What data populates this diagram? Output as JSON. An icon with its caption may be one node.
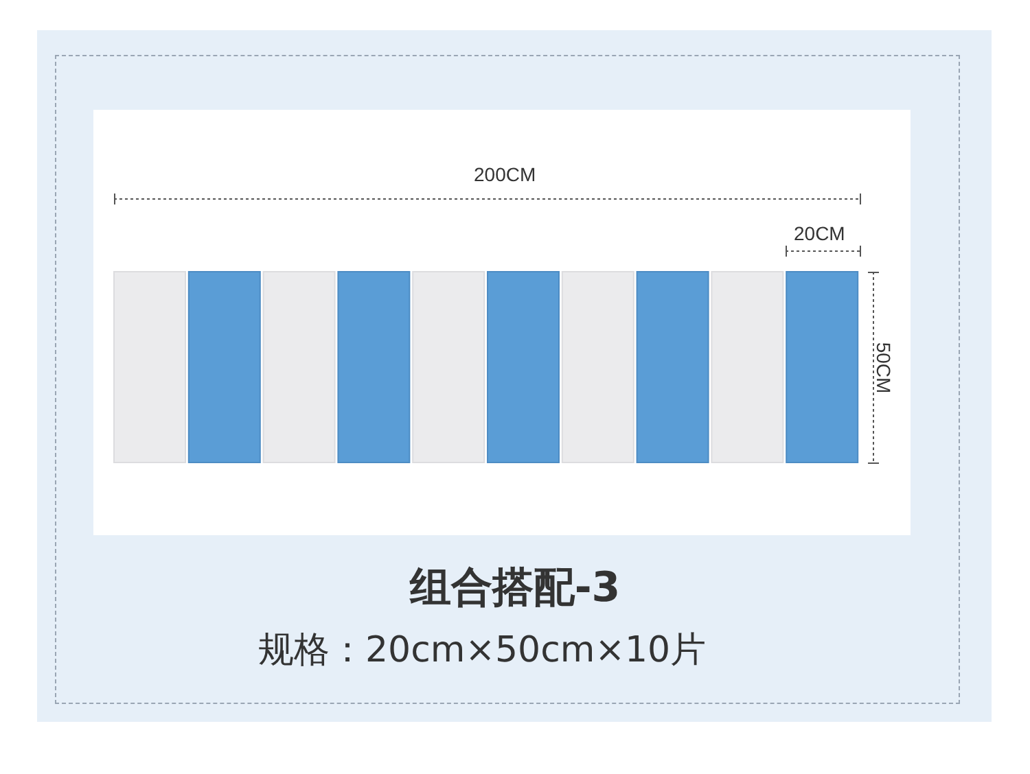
{
  "diagram": {
    "title": "组合搭配-3",
    "caption": "规格：20cm×50cm×10片",
    "labels": [
      "200CM",
      "20CM",
      "50CM"
    ]
  }
}
